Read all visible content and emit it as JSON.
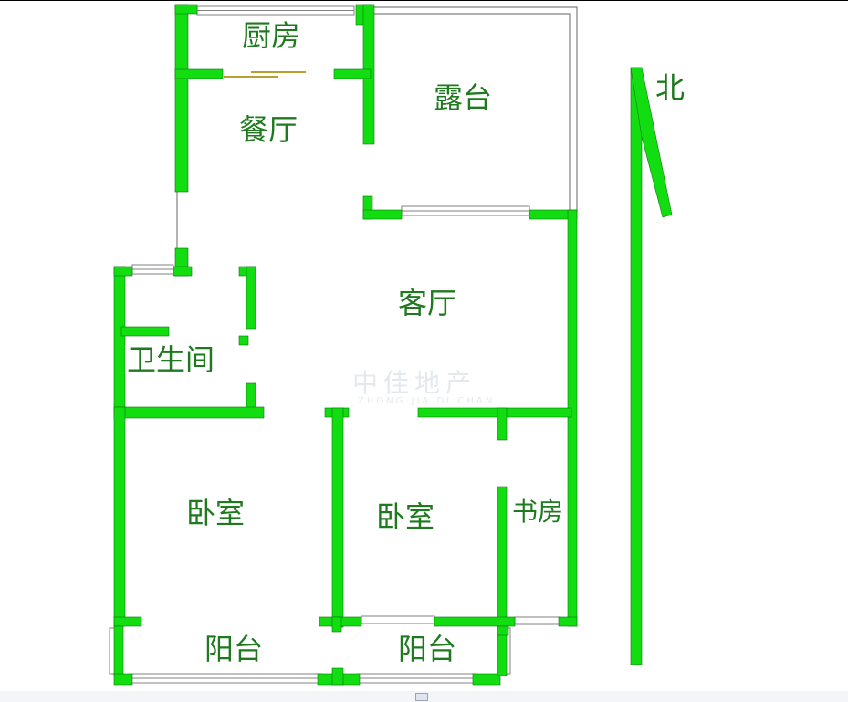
{
  "colors": {
    "wall": "#11dd11",
    "wall_edge": "#0a7a0a",
    "label": "#1f7a1f",
    "outline": "#808080"
  },
  "rooms": {
    "kitchen": "厨房",
    "terrace": "露台",
    "dining": "餐厅",
    "living": "客厅",
    "bathroom": "卫生间",
    "bedroom_left": "卧室",
    "bedroom_mid": "卧室",
    "study": "书房",
    "balcony_left": "阳台",
    "balcony_right": "阳台"
  },
  "compass": {
    "label": "北"
  },
  "watermark": {
    "main": "中佳地产",
    "sub": "ZHONG JIA DI CHAN"
  }
}
